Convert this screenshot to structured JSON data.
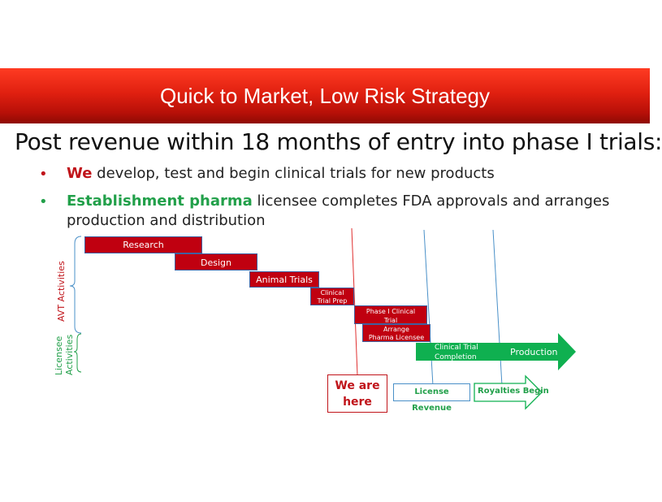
{
  "slide": {
    "title": "Quick to Market, Low Risk Strategy",
    "headline": "Post revenue within 18 months of entry into phase I trials:",
    "bullets": [
      {
        "marker": "•",
        "highlight": "We",
        "text": " develop, test and begin clinical trials for new products"
      },
      {
        "marker": "•",
        "highlight": "Establishment pharma",
        "text": " licensee completes FDA approvals and arranges production and distribution"
      }
    ]
  },
  "timeline": {
    "avt_label": "AVT Activities",
    "licensee_label_1": "Licensee",
    "licensee_label_2": "Activities",
    "tasks": {
      "research": "Research",
      "design": "Design",
      "animal_trials": "Animal Trials",
      "clinical_trial_prep_1": "Clinical",
      "clinical_trial_prep_2": "Trial Prep",
      "phase1_1": "Phase I Clinical",
      "phase1_2": "Trial",
      "arrange_1": "Arrange",
      "arrange_2": "Pharma Licensee",
      "completion_1": "Clinical Trial",
      "completion_2": "Completion",
      "production": "Production"
    },
    "markers": {
      "we_are_here_1": "We are",
      "we_are_here_2": "here",
      "license_revenue": "License Revenue",
      "royalties_begin": "Royalties Begin"
    },
    "colors": {
      "avt_bar": "#c00010",
      "licensee_bar": "#0fb050",
      "we_are_here_line": "#e03030",
      "milestone_line": "#4a90c8"
    }
  }
}
